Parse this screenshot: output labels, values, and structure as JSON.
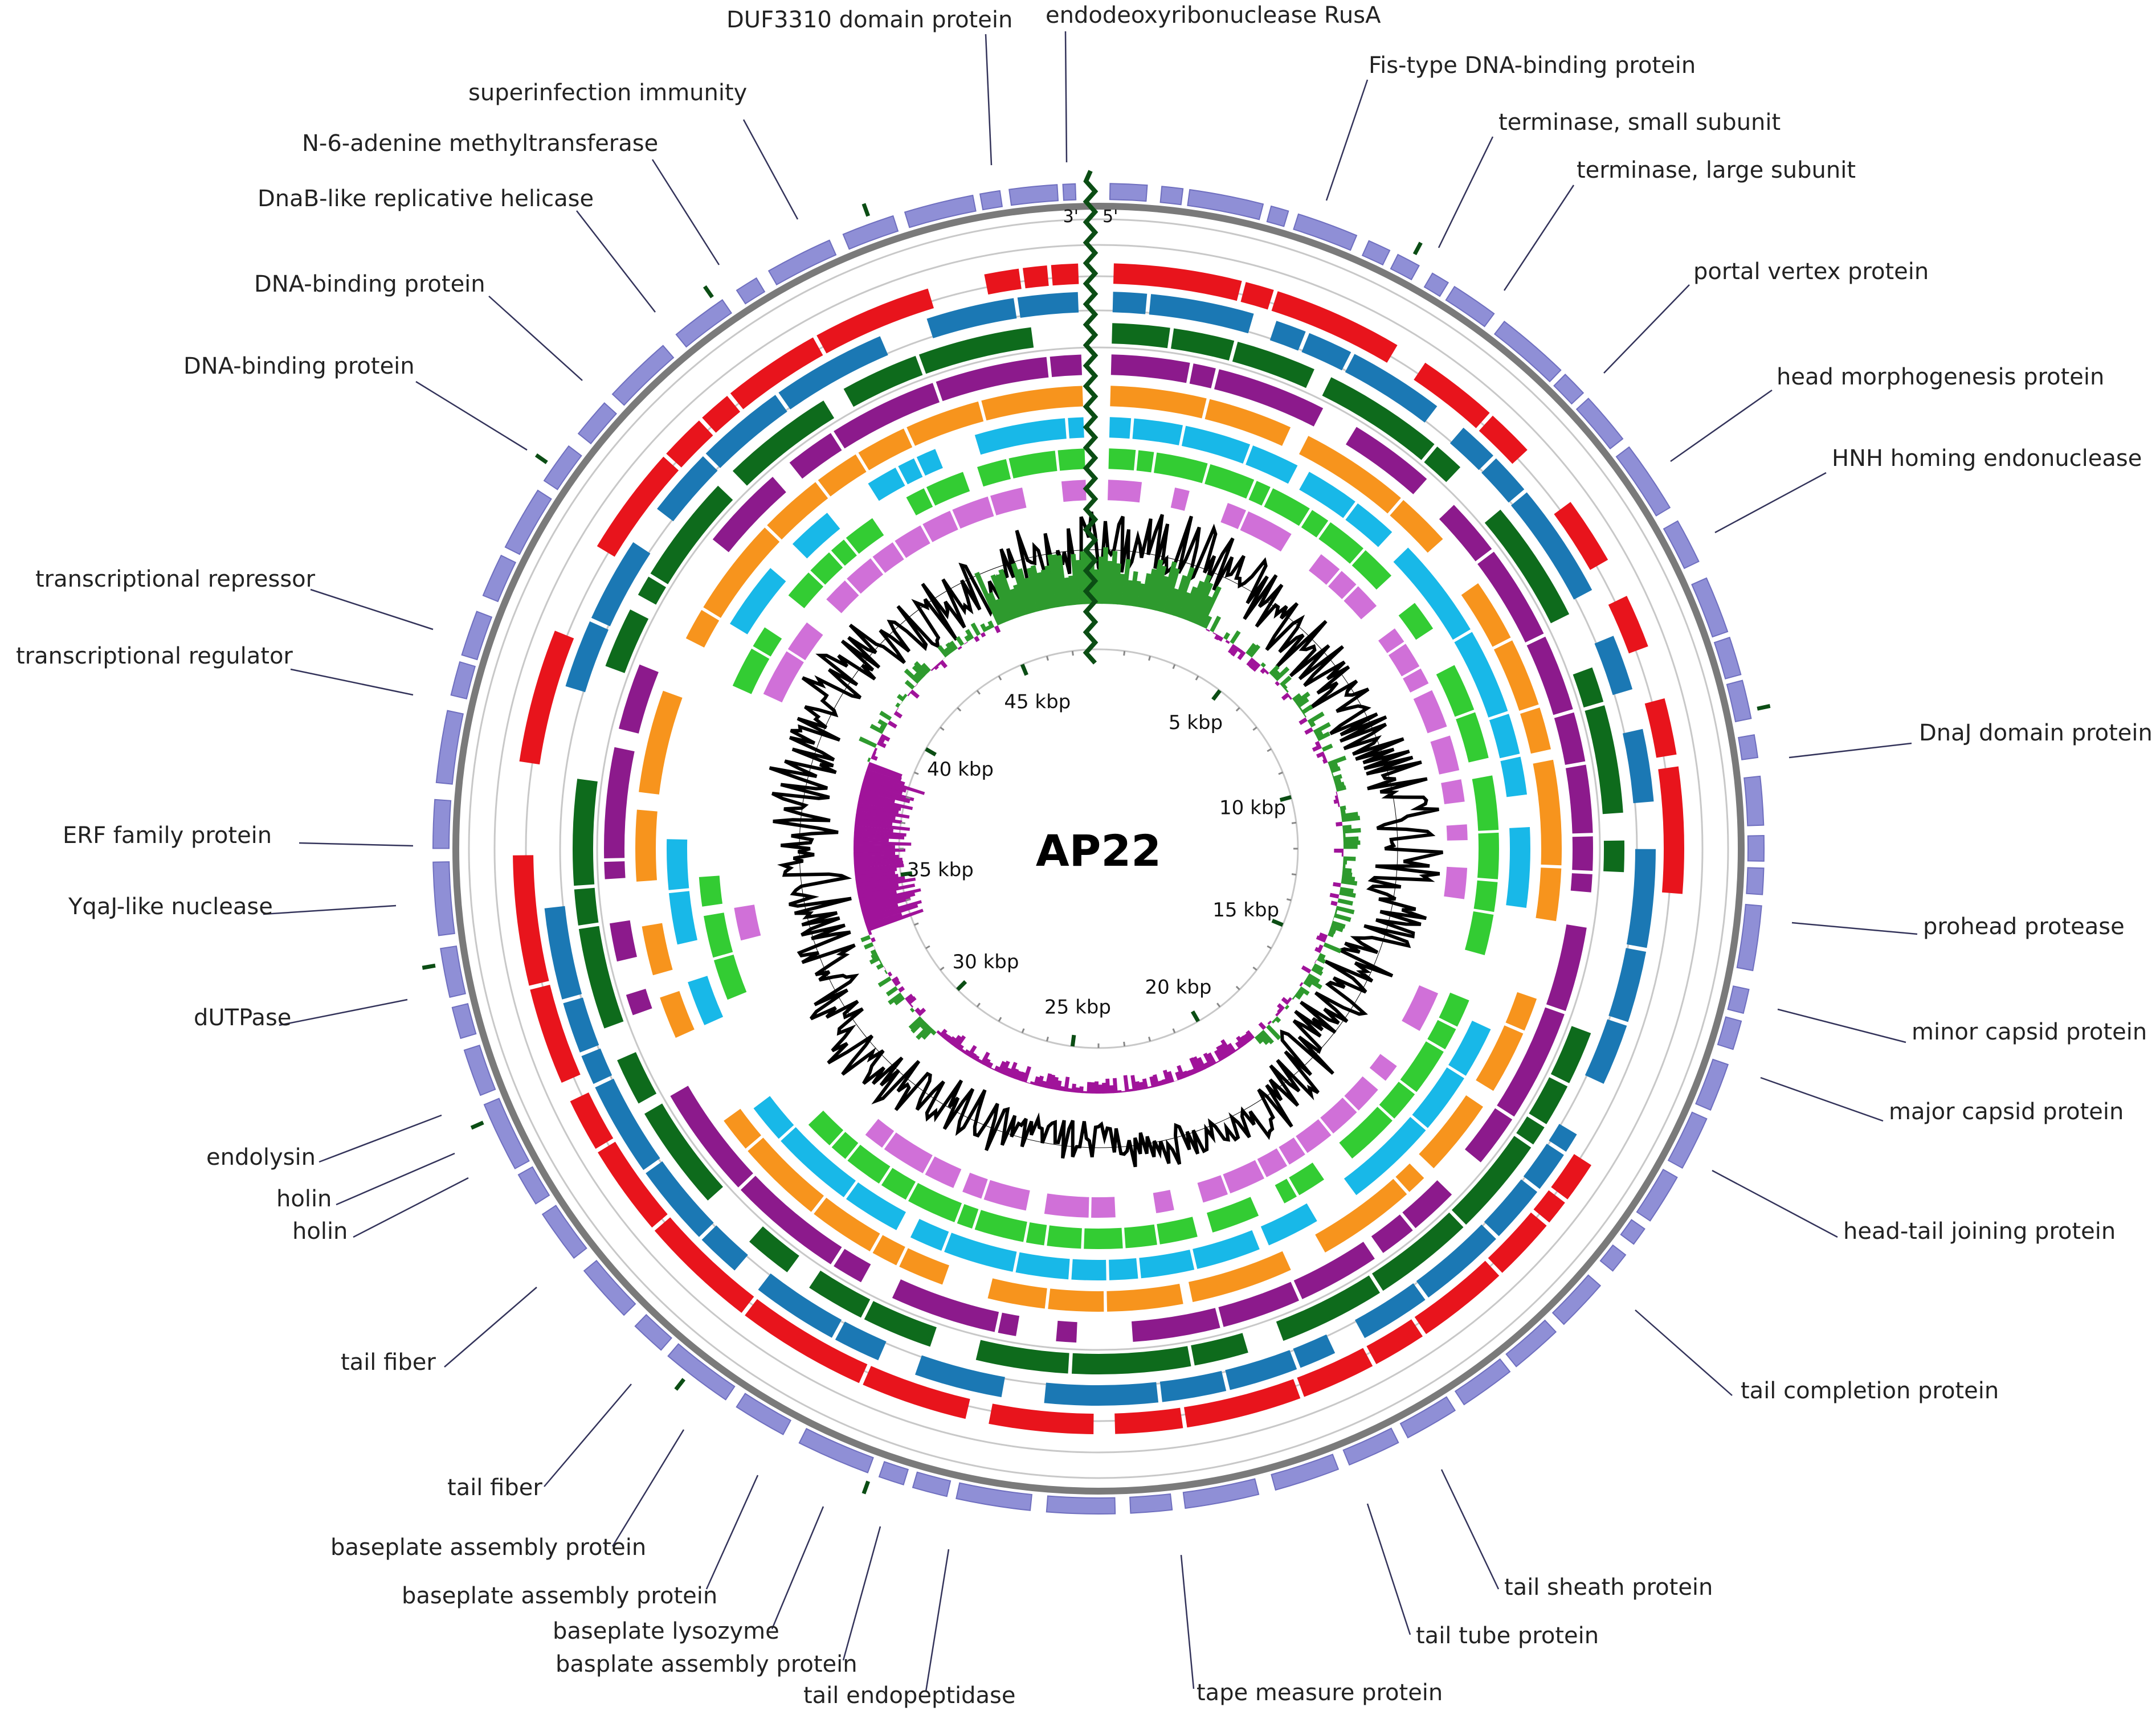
{
  "title": "AP22",
  "end_labels": {
    "three_prime": "3'",
    "five_prime": "5'"
  },
  "colors": {
    "cds": "#8f8fd6",
    "backbone": "#7a7a7a",
    "marker": "#0b4d14",
    "gc_content": "#000000",
    "gc_skew_pos": "#2e9a2e",
    "gc_skew_neg": "#a0139a",
    "rings": [
      "#e8141c",
      "#1b78b4",
      "#0e6b1c",
      "#8c1a8c",
      "#f7941d",
      "#18b8e8",
      "#33cc33",
      "#d070d8"
    ]
  },
  "icons": {
    "terminus_marker": "zigzag-marker-icon"
  },
  "tick_labels": [
    "5 kbp",
    "10 kbp",
    "15 kbp",
    "20 kbp",
    "25 kbp",
    "30 kbp",
    "35 kbp",
    "40 kbp",
    "45 kbp"
  ],
  "genes": [
    "DUF3310 domain protein",
    "endodeoxyribonuclease RusA",
    "Fis-type DNA-binding protein",
    "superinfection immunity",
    "terminase, small subunit",
    "N-6-adenine methyltransferase",
    "terminase, large subunit",
    "DnaB-like replicative helicase",
    "portal vertex protein",
    "DNA-binding protein",
    "head morphogenesis protein",
    "DNA-binding protein",
    "HNH homing endonuclease",
    "transcriptional repressor",
    "transcriptional regulator",
    "DnaJ domain protein",
    "ERF family protein",
    "YqaJ-like nuclease",
    "prohead protease",
    "dUTPase",
    "minor capsid protein",
    "major capsid protein",
    "endolysin",
    "holin",
    "holin",
    "head-tail joining protein",
    "tail fiber",
    "tail completion protein",
    "tail fiber",
    "baseplate assembly protein",
    "baseplate assembly protein",
    "baseplate lysozyme",
    "tail sheath protein",
    "basplate assembly protein",
    "tail tube protein",
    "tail endopeptidase",
    "tape measure protein"
  ]
}
